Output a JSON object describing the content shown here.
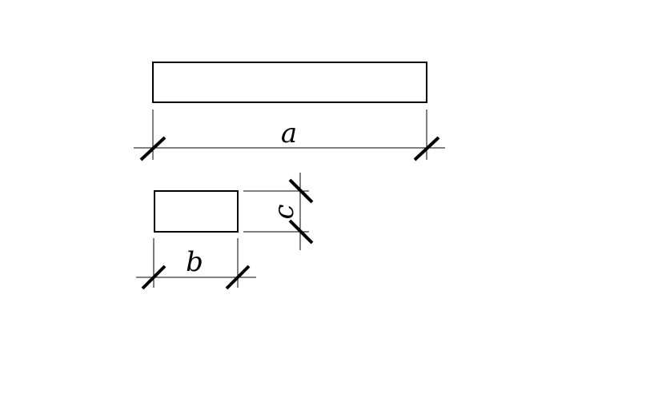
{
  "labels": {
    "a": "a",
    "b": "b",
    "c": "c"
  },
  "colors": {
    "line": "#000000",
    "background": "#ffffff"
  }
}
